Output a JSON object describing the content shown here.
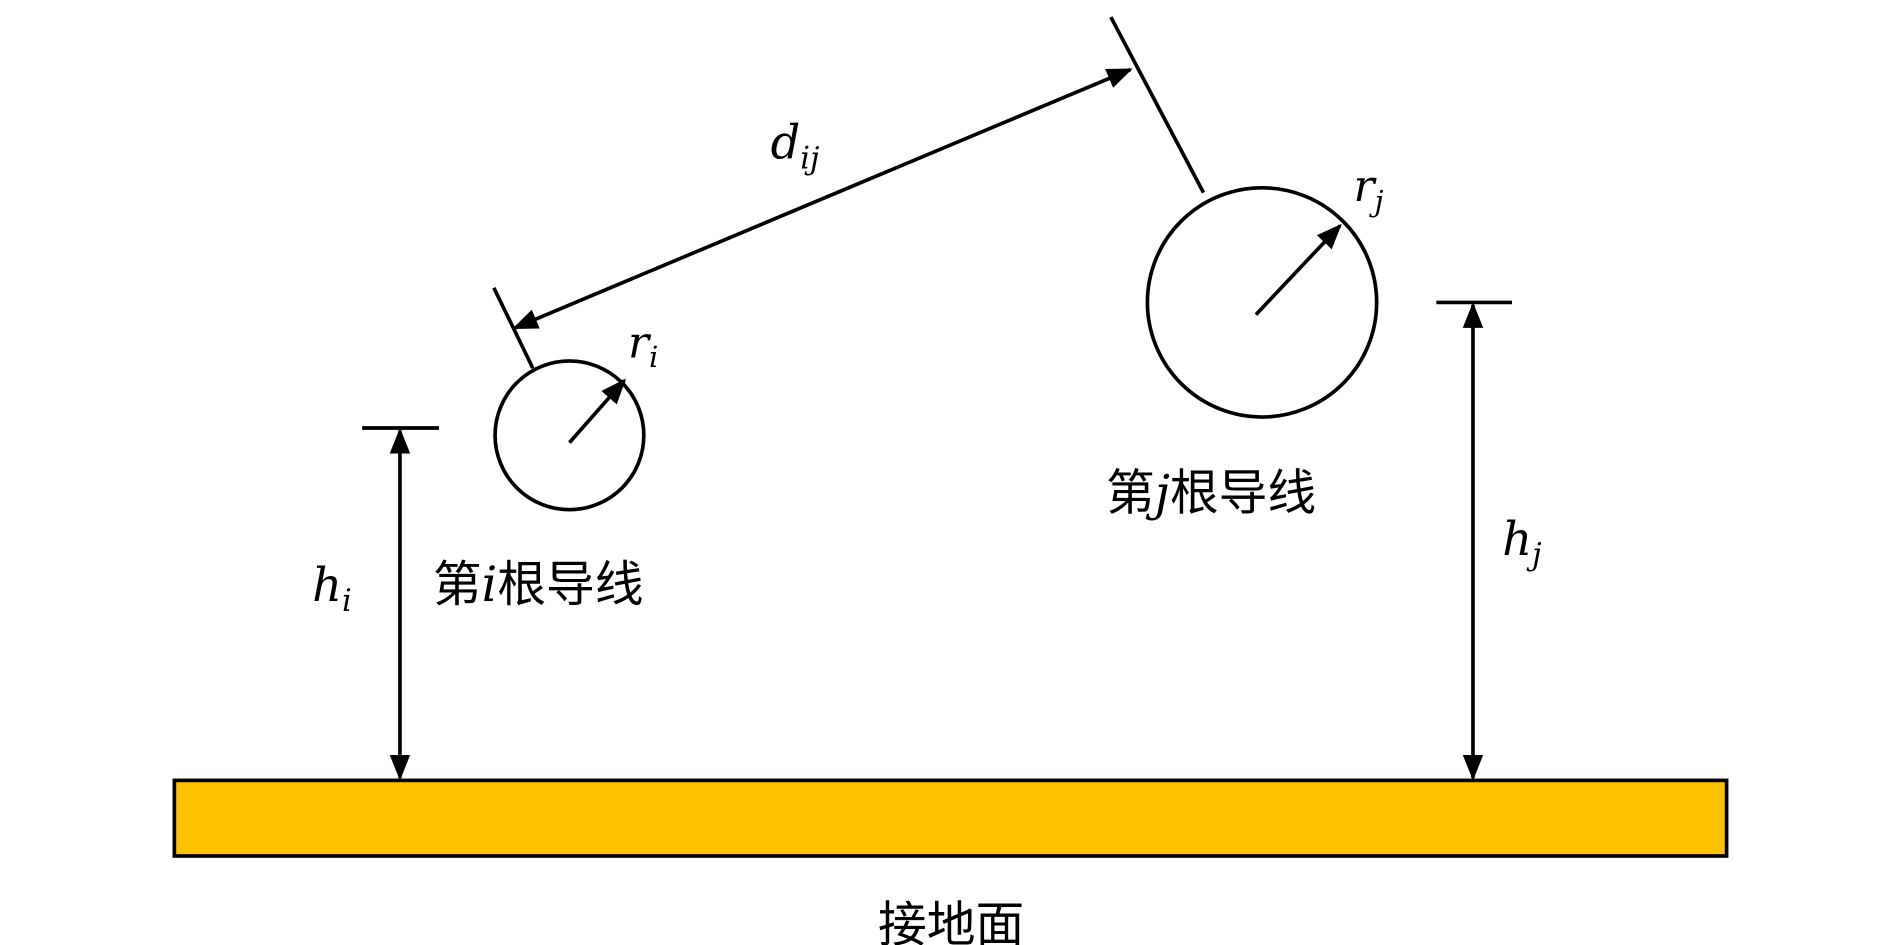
{
  "labels": {
    "distance": {
      "main": "d",
      "sub": "ij"
    },
    "radius_i": {
      "main": "r",
      "sub": "i"
    },
    "radius_j": {
      "main": "r",
      "sub": "j"
    },
    "height_i": {
      "main": "h",
      "sub": "i"
    },
    "height_j": {
      "main": "h",
      "sub": "j"
    },
    "conductor_i": {
      "pre": "第",
      "var": "i",
      "post": "根导线"
    },
    "conductor_j": {
      "pre": "第",
      "var": "j",
      "post": "根导线"
    },
    "ground": "接地面"
  },
  "colors": {
    "ground_fill": "#FFC000",
    "stroke": "#000000"
  }
}
